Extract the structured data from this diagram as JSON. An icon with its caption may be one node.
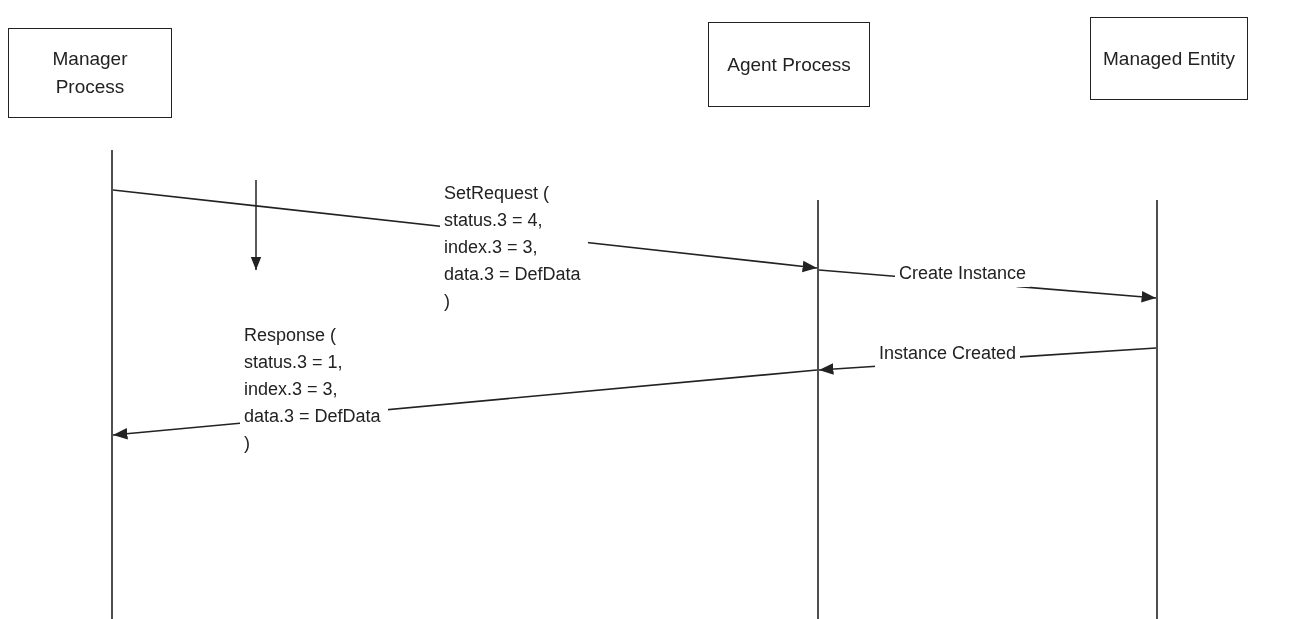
{
  "diagram": {
    "nodes": [
      {
        "text": [
          "Manager Process"
        ]
      },
      {
        "text": [
          "Agent Process"
        ]
      },
      {
        "text": [
          "Managed Entity"
        ]
      }
    ],
    "edges": [
      {
        "from": 0,
        "to": 1,
        "arrow": "to",
        "label": "SetRequest ( status.3 = 4, index.3 = 3, data.3 = DefData )"
      },
      {
        "from": 1,
        "to": 2,
        "arrow": "to",
        "label": "Create Instance"
      },
      {
        "from": 2,
        "to": 1,
        "arrow": "to",
        "label": "Instance Created"
      },
      {
        "from": 1,
        "to": 0,
        "arrow": "to",
        "label": "Response ( status.3 = 1, index.3 = 3, data.3 = DefData )"
      }
    ]
  }
}
